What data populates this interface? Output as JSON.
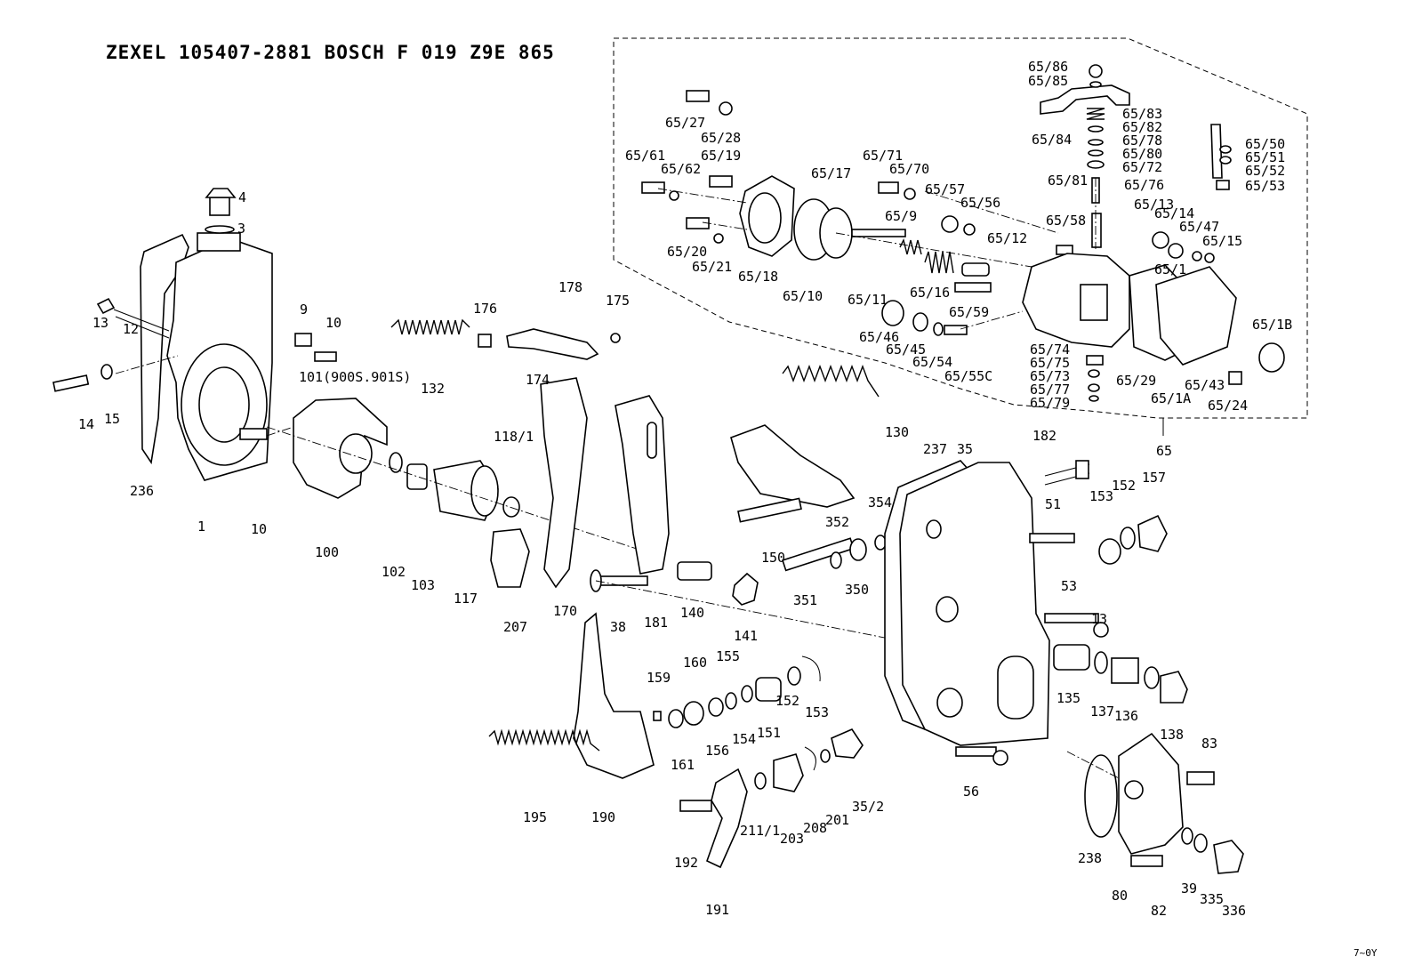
{
  "title": "ZEXEL  105407-2881  BOSCH  F 019 Z9E 865",
  "corner_mark": "7~0Y",
  "parts": [
    {
      "id": "65/86"
    },
    {
      "id": "65/85"
    },
    {
      "id": "65/84"
    },
    {
      "id": "65/83"
    },
    {
      "id": "65/82"
    },
    {
      "id": "65/78"
    },
    {
      "id": "65/80"
    },
    {
      "id": "65/72"
    },
    {
      "id": "65/81"
    },
    {
      "id": "65/76"
    },
    {
      "id": "65/58"
    },
    {
      "id": "65/50"
    },
    {
      "id": "65/51"
    },
    {
      "id": "65/52"
    },
    {
      "id": "65/53"
    },
    {
      "id": "65/27"
    },
    {
      "id": "65/28"
    },
    {
      "id": "65/61"
    },
    {
      "id": "65/62"
    },
    {
      "id": "65/19"
    },
    {
      "id": "65/17"
    },
    {
      "id": "65/71"
    },
    {
      "id": "65/70"
    },
    {
      "id": "65/57"
    },
    {
      "id": "65/56"
    },
    {
      "id": "65/13"
    },
    {
      "id": "65/14"
    },
    {
      "id": "65/47"
    },
    {
      "id": "65/15"
    },
    {
      "id": "65/9"
    },
    {
      "id": "65/12"
    },
    {
      "id": "65/1"
    },
    {
      "id": "65/20"
    },
    {
      "id": "65/21"
    },
    {
      "id": "65/18"
    },
    {
      "id": "65/10"
    },
    {
      "id": "65/11"
    },
    {
      "id": "65/16"
    },
    {
      "id": "65/59"
    },
    {
      "id": "65/1B"
    },
    {
      "id": "65/46"
    },
    {
      "id": "65/45"
    },
    {
      "id": "65/54"
    },
    {
      "id": "65/55C"
    },
    {
      "id": "65/74"
    },
    {
      "id": "65/75"
    },
    {
      "id": "65/73"
    },
    {
      "id": "65/77"
    },
    {
      "id": "65/79"
    },
    {
      "id": "65/29"
    },
    {
      "id": "65/1A"
    },
    {
      "id": "65/43"
    },
    {
      "id": "65/24"
    },
    {
      "id": "65"
    },
    {
      "id": "4"
    },
    {
      "id": "3"
    },
    {
      "id": "9"
    },
    {
      "id": "10"
    },
    {
      "id": "13"
    },
    {
      "id": "12"
    },
    {
      "id": "101(900S.901S)"
    },
    {
      "id": "14"
    },
    {
      "id": "15"
    },
    {
      "id": "236"
    },
    {
      "id": "1"
    },
    {
      "id": "10"
    },
    {
      "id": "100"
    },
    {
      "id": "102"
    },
    {
      "id": "103"
    },
    {
      "id": "117"
    },
    {
      "id": "118/1"
    },
    {
      "id": "132"
    },
    {
      "id": "176"
    },
    {
      "id": "178"
    },
    {
      "id": "175"
    },
    {
      "id": "174"
    },
    {
      "id": "207"
    },
    {
      "id": "170"
    },
    {
      "id": "38"
    },
    {
      "id": "181"
    },
    {
      "id": "140"
    },
    {
      "id": "141"
    },
    {
      "id": "130"
    },
    {
      "id": "150"
    },
    {
      "id": "237"
    },
    {
      "id": "35"
    },
    {
      "id": "182"
    },
    {
      "id": "352"
    },
    {
      "id": "354"
    },
    {
      "id": "350"
    },
    {
      "id": "351"
    },
    {
      "id": "51"
    },
    {
      "id": "153"
    },
    {
      "id": "152"
    },
    {
      "id": "157"
    },
    {
      "id": "53"
    },
    {
      "id": "13"
    },
    {
      "id": "135"
    },
    {
      "id": "137"
    },
    {
      "id": "136"
    },
    {
      "id": "138"
    },
    {
      "id": "159"
    },
    {
      "id": "160"
    },
    {
      "id": "155"
    },
    {
      "id": "156"
    },
    {
      "id": "154"
    },
    {
      "id": "151"
    },
    {
      "id": "152"
    },
    {
      "id": "153"
    },
    {
      "id": "161"
    },
    {
      "id": "195"
    },
    {
      "id": "190"
    },
    {
      "id": "192"
    },
    {
      "id": "191"
    },
    {
      "id": "211/1"
    },
    {
      "id": "203"
    },
    {
      "id": "208"
    },
    {
      "id": "201"
    },
    {
      "id": "35/2"
    },
    {
      "id": "56"
    },
    {
      "id": "83"
    },
    {
      "id": "238"
    },
    {
      "id": "80"
    },
    {
      "id": "82"
    },
    {
      "id": "39"
    },
    {
      "id": "335"
    },
    {
      "id": "336"
    }
  ]
}
